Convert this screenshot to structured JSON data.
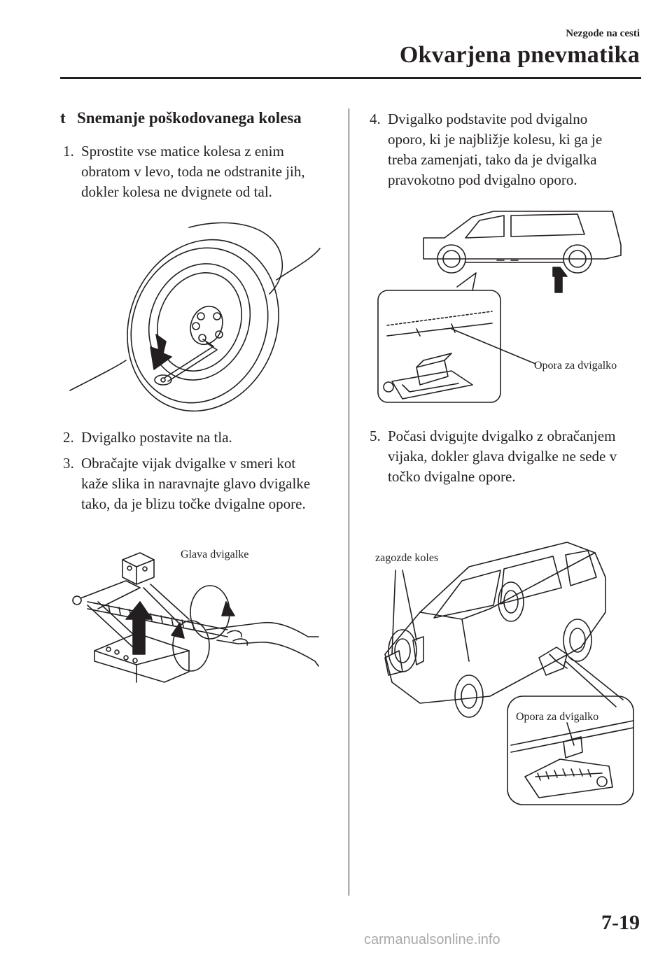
{
  "header": {
    "section": "Nezgode na cesti",
    "title": "Okvarjena pnevmatika"
  },
  "heading": {
    "glyph": "t",
    "text": "Snemanje poškodovanega kolesa"
  },
  "steps": [
    {
      "num": "1.",
      "lines": [
        "Sprostite vse matice kolesa z enim",
        "obratom v levo, toda ne odstranite jih,",
        "dokler kolesa ne dvignete od tal."
      ]
    },
    {
      "num": "2.",
      "lines": [
        "Dvigalko postavite na tla."
      ]
    },
    {
      "num": "3.",
      "lines": [
        "Obračajte vijak dvigalke v smeri kot",
        "kaže slika in naravnajte glavo dvigalke",
        "tako, da je blizu točke dvigalne opore."
      ]
    },
    {
      "num": "4.",
      "lines": [
        "Dvigalko podstavite pod dvigalno",
        "oporo, ki je najbližje kolesu, ki ga je",
        "treba zamenjati, tako da je dvigalka",
        "pravokotno pod dvigalno oporo."
      ]
    },
    {
      "num": "5.",
      "lines": [
        "Počasi dvigujte dvigalko z obračanjem",
        "vijaka, dokler glava dvigalke ne sede v",
        "točko dvigalne opore."
      ]
    }
  ],
  "figure_labels": {
    "jack_head": "Glava dvigalke",
    "jack_point_1": "Opora za dvigalko",
    "wheel_chocks": "zagozde koles",
    "jack_point_2": "Opora za dvigalko"
  },
  "footer": {
    "page_number": "7-19",
    "watermark": "carmanualsonline.info"
  }
}
